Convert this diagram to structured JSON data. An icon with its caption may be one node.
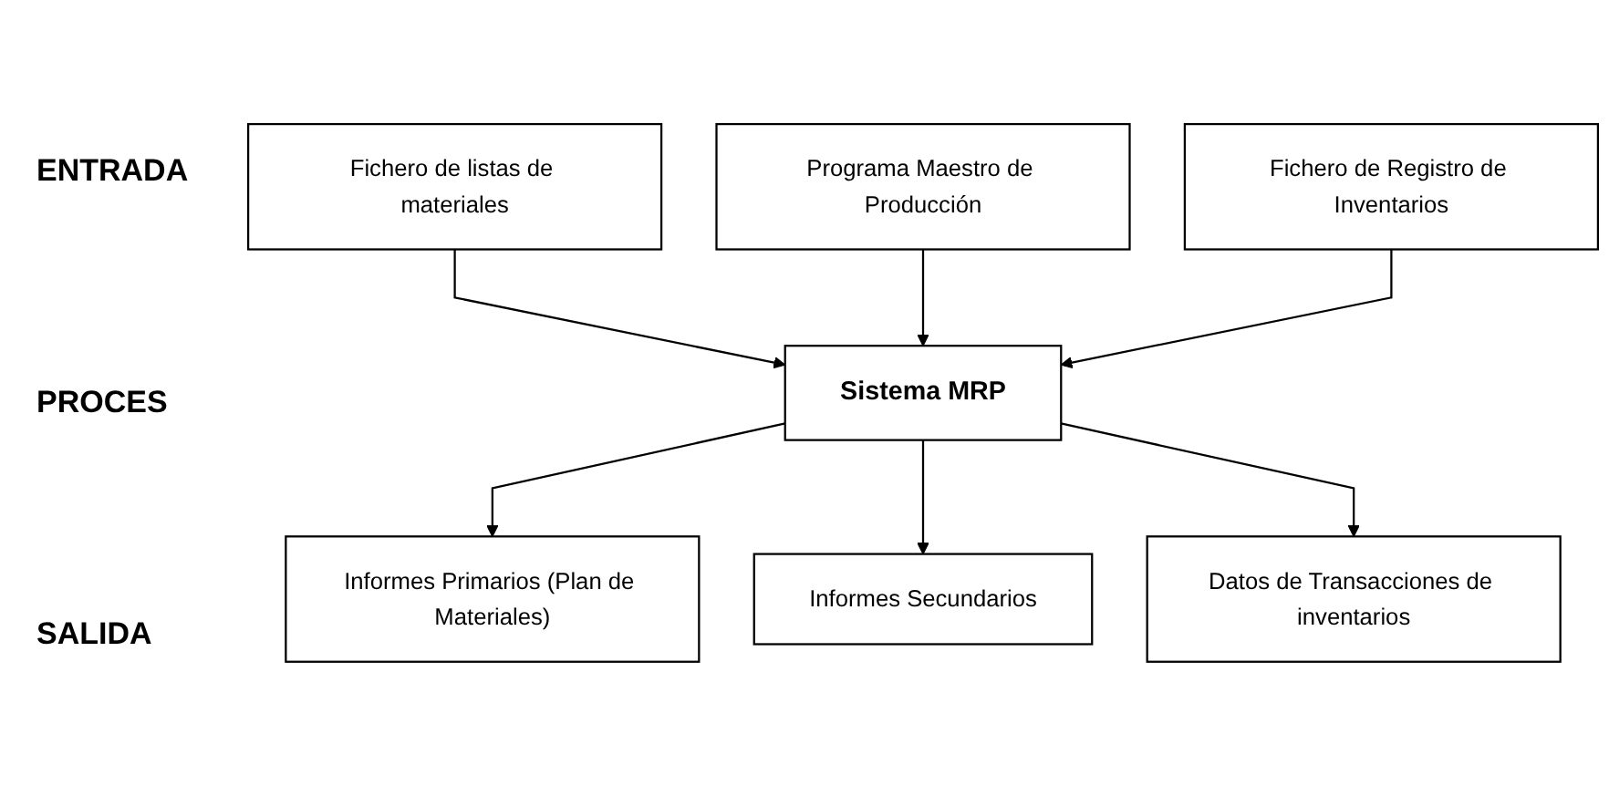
{
  "diagram": {
    "nodes": [
      {
        "text": [
          "Fichero de listas de materiales"
        ]
      },
      {
        "text": [
          "Programa Maestro de Producción"
        ]
      },
      {
        "text": [
          "Fichero de Registro de Inventarios"
        ]
      },
      {
        "text": [
          "Sistema MRP"
        ]
      },
      {
        "text": [
          "Informes Primarios (Plan de Materiales)"
        ]
      },
      {
        "text": [
          "Informes Secundarios"
        ]
      },
      {
        "text": [
          "Datos de Transacciones de inventarios"
        ]
      }
    ],
    "edges": [
      {
        "from": 0,
        "to": 3,
        "arrow": "to"
      },
      {
        "from": 1,
        "to": 3,
        "arrow": "to"
      },
      {
        "from": 2,
        "to": 3,
        "arrow": "to"
      },
      {
        "from": 3,
        "to": 4,
        "arrow": "to"
      },
      {
        "from": 3,
        "to": 5,
        "arrow": "to"
      },
      {
        "from": 3,
        "to": 6,
        "arrow": "to"
      }
    ],
    "labels": [
      "ENTRADA",
      "PROCES",
      "SALIDA"
    ]
  }
}
